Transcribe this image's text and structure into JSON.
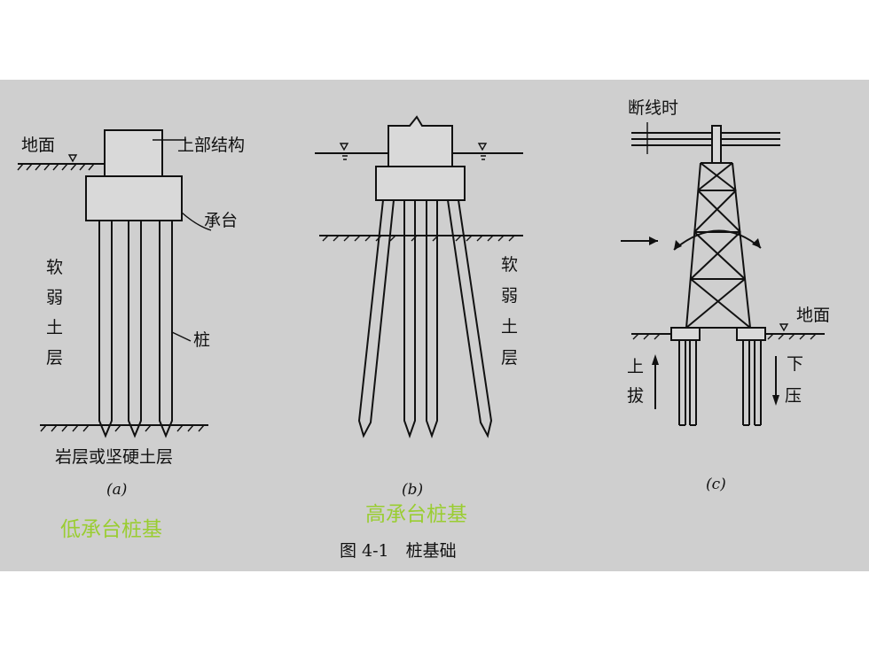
{
  "colors": {
    "background": "#ffffff",
    "panel": "#cfcfcf",
    "ink": "#111111",
    "caption_green": "#9acd32"
  },
  "fig_a": {
    "ground_label": "地面",
    "superstructure_label": "上部结构",
    "cap_label": "承台",
    "soil_chars": [
      "软",
      "弱",
      "土",
      "层"
    ],
    "pile_label": "桩",
    "bedrock_label": "岩层或坚硬土层",
    "letter": "(a)",
    "caption": "低承台桩基"
  },
  "fig_b": {
    "soil_chars": [
      "软",
      "弱",
      "土",
      "层"
    ],
    "letter": "(b)",
    "caption": "高承台桩基"
  },
  "fig_c": {
    "broken_wire_label": "断线时",
    "ground_label": "地面",
    "uplift_chars": [
      "上",
      "拔"
    ],
    "compression_chars": [
      "下",
      "压"
    ],
    "letter": "(c)"
  },
  "figure_caption": "图 4-1　桩基础"
}
